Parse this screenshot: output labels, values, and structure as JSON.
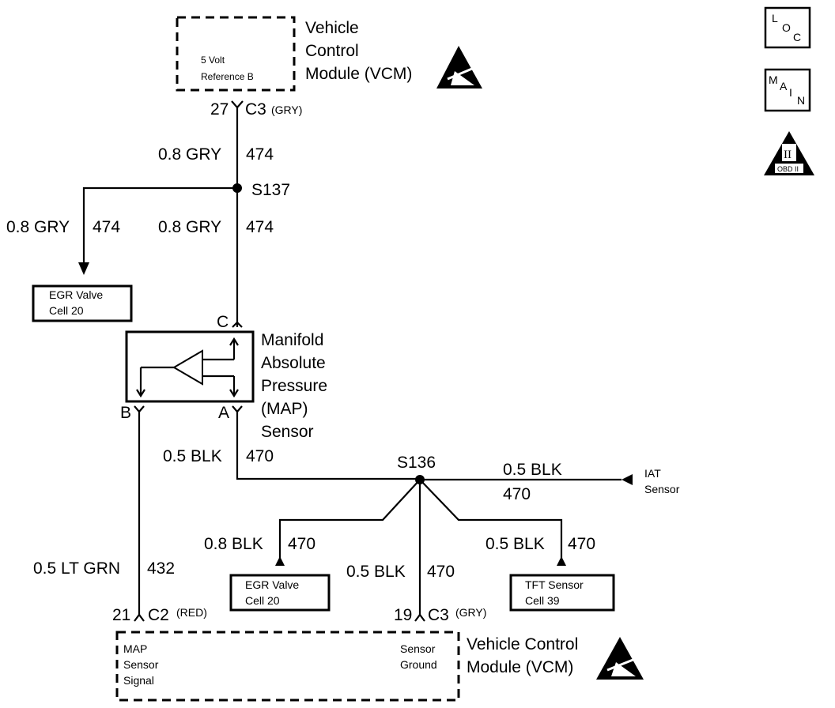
{
  "top_module": {
    "title_lines": [
      "Vehicle",
      "Control",
      "Module (VCM)"
    ],
    "inner_lines": [
      "5 Volt",
      "Reference B"
    ]
  },
  "c3_top": {
    "pin": "27",
    "connector": "C3",
    "color": "(GRY)"
  },
  "wires": {
    "top_gauge": "0.8 GRY",
    "top_circuit": "474",
    "left_gauge": "0.8 GRY",
    "left_circuit": "474",
    "mid_gauge": "0.8 GRY",
    "mid_circuit": "474",
    "sensor_ground_gauge": "0.5 BLK",
    "sensor_ground_circuit": "470",
    "iat_gauge": "0.5 BLK",
    "iat_circuit": "470",
    "egr_low_gauge": "0.8 BLK",
    "egr_low_circuit": "470",
    "center_gauge": "0.5 BLK",
    "center_circuit": "470",
    "tft_gauge": "0.5 BLK",
    "tft_circuit": "470",
    "map_signal_gauge": "0.5 LT GRN",
    "map_signal_circuit": "432"
  },
  "splices": {
    "upper": "S137",
    "lower": "S136"
  },
  "egr_valve_upper": {
    "lines": [
      "EGR Valve",
      "Cell 20"
    ]
  },
  "egr_valve_lower": {
    "lines": [
      "EGR Valve",
      "Cell 20"
    ]
  },
  "tft_sensor": {
    "lines": [
      "TFT Sensor",
      "Cell 39"
    ]
  },
  "iat_sensor": {
    "lines": [
      "IAT",
      "Sensor"
    ]
  },
  "map_sensor": {
    "title_lines": [
      "Manifold",
      "Absolute",
      "Pressure",
      "(MAP)",
      "Sensor"
    ],
    "pin_c": "C",
    "pin_b": "B",
    "pin_a": "A"
  },
  "c2_bottom": {
    "pin": "21",
    "connector": "C2",
    "color": "(RED)"
  },
  "c3_bottom": {
    "pin": "19",
    "connector": "C3",
    "color": "(GRY)"
  },
  "bottom_module": {
    "title_lines": [
      "Vehicle Control",
      "Module (VCM)"
    ],
    "left_lines": [
      "MAP",
      "Sensor",
      "Signal"
    ],
    "right_lines": [
      "Sensor",
      "Ground"
    ]
  },
  "icons": {
    "loc_letters": [
      "L",
      "O",
      "C"
    ],
    "main_letters": [
      "M",
      "A",
      "I",
      "N"
    ],
    "obd_label": "OBD II",
    "obd_numeral": "II"
  }
}
